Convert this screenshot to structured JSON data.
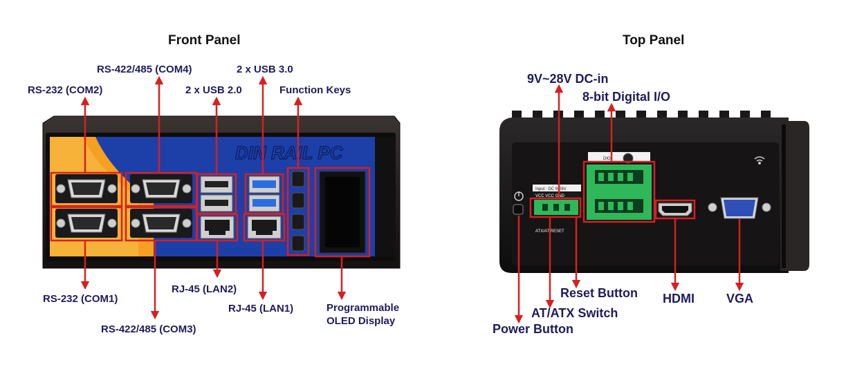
{
  "panels": {
    "front": {
      "title": "Front Panel"
    },
    "top": {
      "title": "Top Panel"
    }
  },
  "device": {
    "brand_text": "DIN RAIL PC"
  },
  "front_labels": {
    "com4": "RS-422/485 (COM4)",
    "usb3": "2 x USB 3.0",
    "com2": "RS-232 (COM2)",
    "usb2": "2 x USB 2.0",
    "function_keys": "Function Keys",
    "com1": "RS-232 (COM1)",
    "lan2": "RJ-45 (LAN2)",
    "lan1": "RJ-45 (LAN1)",
    "oled_line1": "Programmable",
    "oled_line2": "OLED Display",
    "com3": "RS-422/485 (COM3)"
  },
  "top_labels": {
    "dc_in": "9V~28V DC-in",
    "dio": "8-bit Digital I/O",
    "reset": "Reset Button",
    "hdmi": "HDMI",
    "vga": "VGA",
    "atx": "AT/ATX Switch",
    "power": "Power Button"
  },
  "colors": {
    "callout": "#d62020",
    "label": "#1e1b5c",
    "device_blue": "#1d3fa8",
    "device_orange": "#f4a020",
    "device_body": "#1e1c1c",
    "terminal_green": "#2fb85a"
  }
}
